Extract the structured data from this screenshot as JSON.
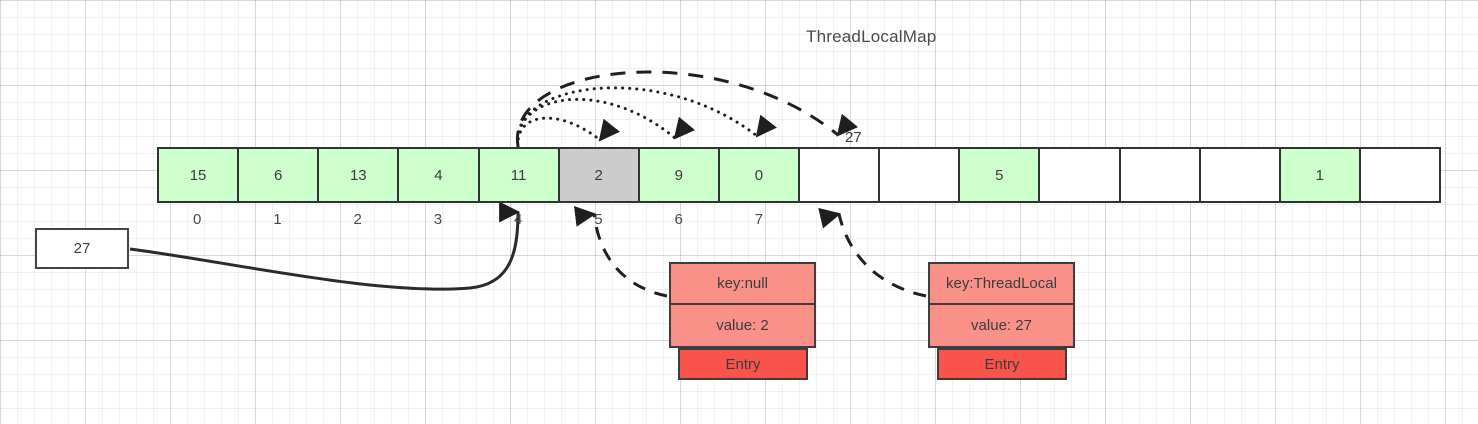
{
  "diagram": {
    "title": "ThreadLocalMap",
    "type": "hash-table-linear-probing"
  },
  "array": {
    "cells": [
      {
        "index": 0,
        "value": "15",
        "state": "occupied"
      },
      {
        "index": 1,
        "value": "6",
        "state": "occupied"
      },
      {
        "index": 2,
        "value": "13",
        "state": "occupied"
      },
      {
        "index": 3,
        "value": "4",
        "state": "occupied"
      },
      {
        "index": 4,
        "value": "11",
        "state": "occupied"
      },
      {
        "index": 5,
        "value": "2",
        "state": "stale"
      },
      {
        "index": 6,
        "value": "9",
        "state": "occupied"
      },
      {
        "index": 7,
        "value": "0",
        "state": "occupied"
      },
      {
        "index": 8,
        "value": "",
        "state": "empty"
      },
      {
        "index": 9,
        "value": "",
        "state": "empty"
      },
      {
        "index": 10,
        "value": "5",
        "state": "occupied"
      },
      {
        "index": 11,
        "value": "",
        "state": "empty"
      },
      {
        "index": 12,
        "value": "",
        "state": "empty"
      },
      {
        "index": 13,
        "value": "",
        "state": "empty"
      },
      {
        "index": 14,
        "value": "1",
        "state": "occupied"
      },
      {
        "index": 15,
        "value": "",
        "state": "empty"
      }
    ],
    "index_labels": [
      "0",
      "1",
      "2",
      "3",
      "4",
      "5",
      "6",
      "7"
    ]
  },
  "source_node": {
    "value": "27"
  },
  "insert_label": {
    "value": "27"
  },
  "entries": [
    {
      "id": "entry-stale",
      "key": "key:null",
      "value": "value: 2",
      "label": "Entry",
      "points_to_index": 5
    },
    {
      "id": "entry-new",
      "key": "key:ThreadLocal",
      "value": "value: 27",
      "label": "Entry",
      "points_to_index": 8
    }
  ],
  "probe_arcs": [
    {
      "from_index": 4,
      "to_index": 5,
      "style": "dotted"
    },
    {
      "from_index": 4,
      "to_index": 6,
      "style": "dotted"
    },
    {
      "from_index": 4,
      "to_index": 7,
      "style": "dotted"
    },
    {
      "from_index": 4,
      "to_index": 8,
      "style": "dashed",
      "label": "27"
    }
  ],
  "colors": {
    "occupied": "#ccffcc",
    "stale": "#cccccc",
    "empty": "#ffffff",
    "entry_body": "#fa9189",
    "entry_label": "#f9544b",
    "stroke": "#333333",
    "grid": "#e8e8e8"
  }
}
